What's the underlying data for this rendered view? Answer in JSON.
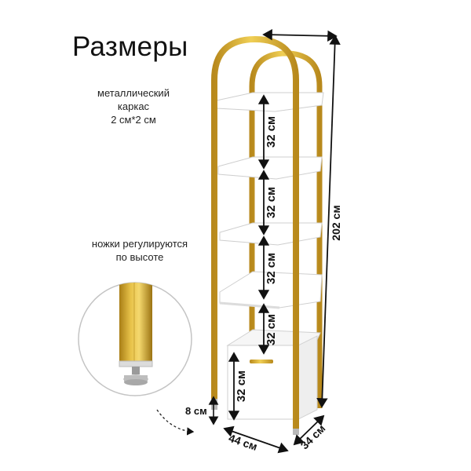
{
  "title": "Размеры",
  "frame_note": [
    "металлический",
    "каркас",
    "2 см*2 см"
  ],
  "legs_note": [
    "ножки регулируются",
    "по высоте"
  ],
  "shelf_spacing_labels": [
    "32 см",
    "32 см",
    "32 см",
    "32 см",
    "32 см"
  ],
  "height_label": "202 см",
  "width_label": "44 см",
  "depth_label": "34 см",
  "leg_label": "8 см",
  "colors": {
    "frame": "#d4a72c",
    "frame_dark": "#a9801a",
    "shelf": "#ffffff",
    "shelf_edge": "#d9d9d9",
    "text": "#111111"
  }
}
